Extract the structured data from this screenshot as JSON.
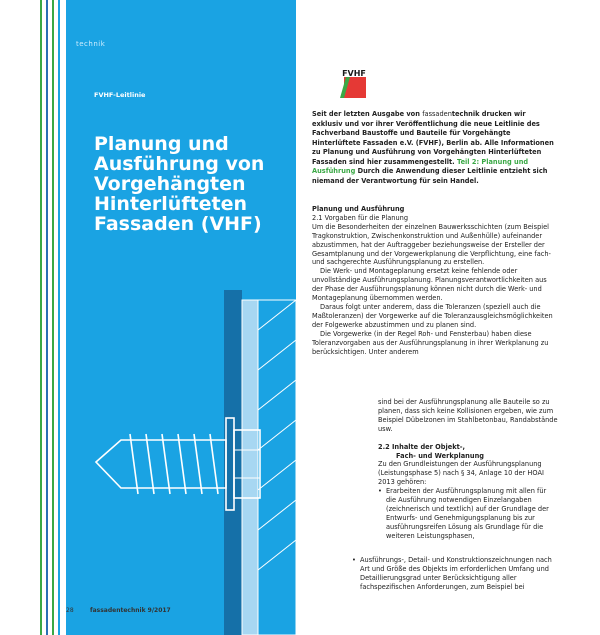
{
  "stripes": {
    "colors": [
      "#3aa845",
      "#2a6fb5",
      "#3aa845",
      "#1aa3e3"
    ]
  },
  "section_label": "technik",
  "series_label": "FVHF-Leitlinie",
  "title": "Planung und Ausführung von Vorgehängten Hinterlüfteten Fassaden (VHF)",
  "logo": {
    "text": "FVHF",
    "icon": "fvhf-logo-icon"
  },
  "footer": {
    "page_number": "28",
    "journal": "fassadentechnik 9/2017"
  },
  "intro": {
    "part1": "Seit der letzten Ausgabe von ",
    "brand_light": "fassaden",
    "brand_bold": "technik",
    "part2": " drucken wir exklusiv und vor ihrer Veröffentlichung die neue Leitlinie des Fachverband Baustoffe und Bauteile für Vorgehängte Hinterlüftete Fassaden e.V. (FVHF), Berlin ab. Alle Informationen zu Planung und Ausführung von Vorgehängten Hinterlüfteten Fassaden sind hier zusammengestellt. ",
    "part_link": "Teil 2: Planung und Ausführung",
    "part3": " Durch die Anwendung dieser Leitlinie entzieht sich niemand der Verantwortung für sein Handel."
  },
  "section": {
    "heading": "Planung und Ausführung",
    "sub1": "2.1  Vorgaben für die Planung",
    "p1": "Um die Besonderheiten der einzelnen Bauwerksschichten (zum Beispiel Tragkonstruktion, Zwischenkonstruktion und Außenhülle) aufeinander abzustimmen, hat der Auftraggeber beziehungsweise der Ersteller der Gesamtplanung und der Vorgewerkplanung die Verpflichtung, eine fach- und sachgerechte Ausführungsplanung zu erstellen.",
    "p2": "Die Werk- und Montageplanung ersetzt keine fehlende oder unvollständige Ausführungsplanung. Planungsverantwortlichkeiten aus der Phase der Ausführungsplanung können nicht durch die Werk- und Montageplanung übernommen werden.",
    "p3": "Daraus folgt unter anderem, dass die Toleranzen (speziell auch die Maßtoleranzen) der Vorgewerke auf die Toleranzausgleichsmöglichkeiten der Folgewerke abzustimmen und zu planen sind.",
    "p4a": "Die Vorgewerke (in der Regel Roh- und Fensterbau) haben diese Toleranzvorgaben aus der Ausführungsplanung in ihrer Werkplanung zu berücksichtigen. Unter anderem",
    "p4b": "sind bei der Ausführungsplanung alle Bauteile so zu planen, dass sich keine Kollisionen ergeben, wie zum Beispiel Dübelzonen im Stahlbetonbau, Randabstände usw.",
    "sub2a": "2.2  Inhalte der Objekt-,",
    "sub2b": "Fach- und Werkplanung",
    "p5": "Zu den Grundleistungen der Ausführungsplanung (Leistungsphase 5) nach § 34, Anlage 10 der HOAI 2013 gehören:",
    "bullet1": "Erarbeiten der Ausführungsplanung mit allen für die Ausführung notwendigen Einzelangaben (zeichnerisch und textlich) auf der Grundlage der Entwurfs- und Genehmigungsplanung bis zur ausführungsreifen Lösung als Grundlage für die weiteren Leistungsphasen,",
    "bullet2": "Ausführungs-, Detail- und Konstruktionszeichnungen nach Art und Größe des Objekts im erforderlichen Umfang und Detaillierungsgrad unter Berücksichtigung aller fachspezifischen Anforderungen, zum Beispiel bei"
  }
}
